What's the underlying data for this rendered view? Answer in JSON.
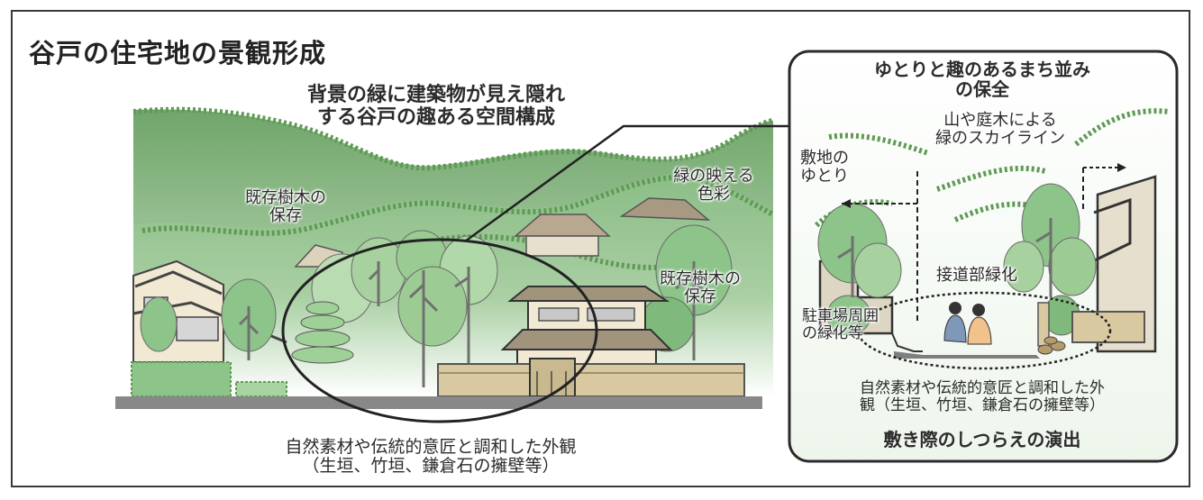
{
  "title": "谷戸の住宅地の景観形成",
  "main": {
    "heading_line1": "背景の緑に建築物が見え隠れ",
    "heading_line2": "する谷戸の趣ある空間構成",
    "tree_left_line1": "既存樹木の",
    "tree_left_line2": "保存",
    "color_line1": "緑の映える",
    "color_line2": "色彩",
    "tree_right_line1": "既存樹木の",
    "tree_right_line2": "保存",
    "caption_line1": "自然素材や伝統的意匠と調和した外観",
    "caption_line2": "（生垣、竹垣、鎌倉石の擁壁等）"
  },
  "inset": {
    "heading_line1": "ゆとりと趣のあるまち並み",
    "heading_line2": "の保全",
    "skyline_line1": "山や庭木による",
    "skyline_line2": "緑のスカイライン",
    "site_line1": "敷地の",
    "site_line2": "ゆとり",
    "road_green": "接道部緑化",
    "parking_line1": "駐車場周囲",
    "parking_line2": "の緑化等",
    "caption_line1": "自然素材や伝統的意匠と調和した外",
    "caption_line2": "観（生垣、竹垣、鎌倉石の擁壁等）",
    "footer": "敷き際のしつらえの演出"
  },
  "colors": {
    "hill_dark": "#6fa56a",
    "hill_light": "#bcdcb4",
    "dotted_green": "#5f9a55",
    "tree": "#8cc48a",
    "wall": "#d8c9a0",
    "ground": "#888888"
  }
}
